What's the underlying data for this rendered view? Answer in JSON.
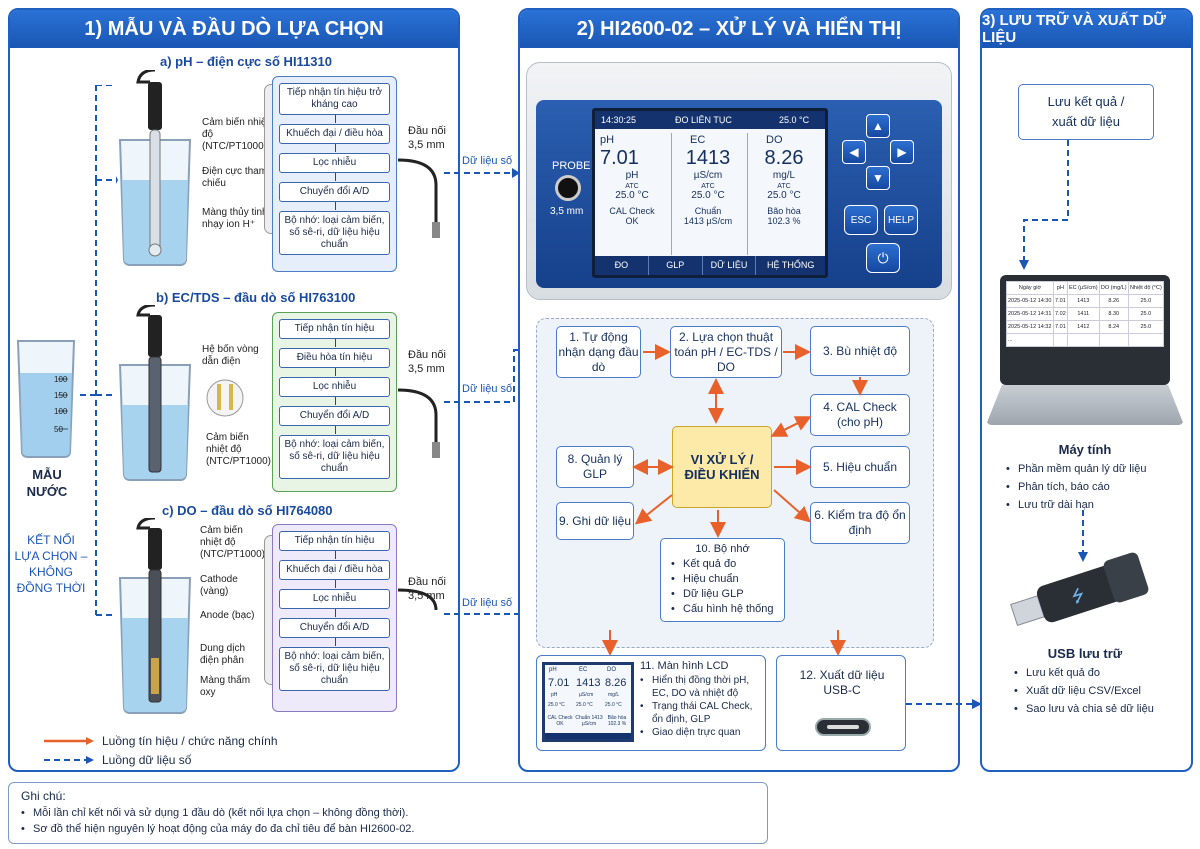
{
  "panels": {
    "p1_title": "1) MẪU VÀ ĐẦU DÒ LỰA CHỌN",
    "p2_title": "2) HI2600-02 – XỬ LÝ VÀ HIỂN THỊ",
    "p3_title": "3) LƯU TRỮ VÀ XUẤT DỮ LIỆU"
  },
  "sample": {
    "label": "MẪU NƯỚC",
    "ticks": [
      "100",
      "150",
      "100",
      "50"
    ],
    "connect": "KẾT NỐI LỰA CHỌN – KHÔNG ĐỒNG THỜI"
  },
  "probes": [
    {
      "title": "a) pH – điện cực số HI11310",
      "labels": [
        "Cảm biến nhiệt độ (NTC/PT1000)",
        "Điện cực tham chiếu",
        "Màng thủy tinh nhạy ion H⁺"
      ],
      "chain": [
        "Tiếp nhận tín hiệu trở kháng cao",
        "Khuếch đại / điều hòa",
        "Lọc nhiễu",
        "Chuyển đổi A/D",
        "Bộ nhớ: loại cảm biến, số sê-ri, dữ liệu hiệu chuẩn"
      ],
      "connector": "Đầu nối 3,5 mm",
      "data": "Dữ liệu số"
    },
    {
      "title": "b) EC/TDS – đầu dò số HI763100",
      "labels": [
        "Hệ bốn vòng dẫn điện",
        "Cảm biến nhiệt độ (NTC/PT1000)"
      ],
      "chain": [
        "Tiếp nhận tín hiệu",
        "Điều hòa tín hiệu",
        "Lọc nhiễu",
        "Chuyển đổi A/D",
        "Bộ nhớ: loại cảm biến, số sê-ri, dữ liệu hiệu chuẩn"
      ],
      "connector": "Đầu nối 3,5 mm",
      "data": "Dữ liệu số"
    },
    {
      "title": "c) DO – đầu dò số HI764080",
      "labels": [
        "Cảm biến nhiệt độ (NTC/PT1000)",
        "Cathode (vàng)",
        "Anode (bạc)",
        "Dung dịch điện phân",
        "Màng thấm oxy"
      ],
      "chain": [
        "Tiếp nhận tín hiệu",
        "Khuếch đại / điều hòa",
        "Lọc nhiễu",
        "Chuyển đổi A/D",
        "Bộ nhớ: loại cảm biến, số sê-ri, dữ liệu hiệu chuẩn"
      ],
      "connector": "Đầu nối 3,5 mm",
      "data": "Dữ liệu số"
    }
  ],
  "legend": {
    "signal": "Luồng tín hiệu / chức năng chính",
    "digital": "Luồng dữ liệu số"
  },
  "device": {
    "probe_label": "PROBE",
    "probe_size": "3,5 mm",
    "lcd": {
      "time": "14:30:25",
      "mode": "ĐO LIÊN TỤC",
      "temp": "25.0 °C",
      "cols": [
        {
          "name": "pH",
          "value": "7.01",
          "unit": "pH",
          "atc": "ATC",
          "temp": "25.0 °C",
          "status1": "CAL Check",
          "status2": "OK"
        },
        {
          "name": "EC",
          "value": "1413",
          "unit": "µS/cm",
          "atc": "ATC",
          "temp": "25.0 °C",
          "status1": "Chuẩn",
          "status2": "1413 µS/cm"
        },
        {
          "name": "DO",
          "value": "8.26",
          "unit": "mg/L",
          "atc": "ATC",
          "temp": "25.0 °C",
          "status1": "Bão hòa",
          "status2": "102.3 %"
        }
      ],
      "tabs": [
        "ĐO",
        "GLP",
        "DỮ LIỆU",
        "HỆ THỐNG"
      ]
    },
    "buttons": {
      "esc": "ESC",
      "help": "HELP"
    }
  },
  "flow": {
    "b1": "1. Tự động nhận dạng đầu dò",
    "b2": "2. Lựa chọn thuật toán pH / EC-TDS / DO",
    "b3": "3. Bù nhiệt độ",
    "b4": "4. CAL Check (cho pH)",
    "b5": "5. Hiệu chuẩn",
    "b6": "6. Kiểm tra độ ổn định",
    "center": "VI XỬ LÝ / ĐIỀU KHIỂN",
    "b8": "8. Quản lý GLP",
    "b9": "9. Ghi dữ liệu",
    "b10_title": "10. Bộ nhớ",
    "b10_items": [
      "Kết quả đo",
      "Hiệu chuẩn",
      "Dữ liệu GLP",
      "Cấu hình hệ thống"
    ],
    "b11_title": "11. Màn hình LCD",
    "b11_items": [
      "Hiển thị đồng thời pH, EC, DO và nhiệt độ",
      "Trạng thái CAL Check, ổn định, GLP",
      "Giao diện trực quan"
    ],
    "b12": "12. Xuất dữ liệu USB-C",
    "mini": {
      "ph_h": "pH",
      "ec_h": "EC",
      "do_h": "DO",
      "ph": "7.01",
      "ec": "1413",
      "do": "8.26",
      "ph_u": "pH",
      "ec_u": "µS/cm",
      "do_u": "mg/L",
      "t1": "25.0 °C",
      "t2": "25.0 °C",
      "t3": "25.0 °C",
      "s1": "CAL Check OK",
      "s2": "Chuẩn 1413 µS/cm",
      "s3": "Bão hòa 102.3 %"
    }
  },
  "storage": {
    "save_box": "Lưu kết quả / xuất dữ liệu",
    "table_headers": [
      "Ngày giờ",
      "pH",
      "EC (µS/cm)",
      "DO (mg/L)",
      "Nhiệt độ (°C)"
    ],
    "table_rows": [
      [
        "2025-05-12 14:30",
        "7.01",
        "1413",
        "8.26",
        "25.0"
      ],
      [
        "2025-05-12 14:31",
        "7.02",
        "1411",
        "8.30",
        "25.0"
      ],
      [
        "2025-05-12 14:32",
        "7.01",
        "1412",
        "8.24",
        "25.0"
      ],
      [
        "...",
        "",
        "",
        "",
        ""
      ]
    ],
    "computer_title": "Máy tính",
    "computer_items": [
      "Phần mềm quản lý dữ liệu",
      "Phân tích, báo cáo",
      "Lưu trữ dài hạn"
    ],
    "usb_title": "USB lưu trữ",
    "usb_items": [
      "Lưu kết quả đo",
      "Xuất dữ liệu CSV/Excel",
      "Sao lưu và chia sẻ dữ liệu"
    ]
  },
  "notes": {
    "title": "Ghi chú:",
    "items": [
      "Mỗi lần chỉ kết nối và sử dụng 1 đầu dò (kết nối lựa chọn – không đồng thời).",
      "Sơ đồ thể hiện nguyên lý hoạt động của máy đo đa chỉ tiêu để bàn HI2600-02."
    ]
  }
}
